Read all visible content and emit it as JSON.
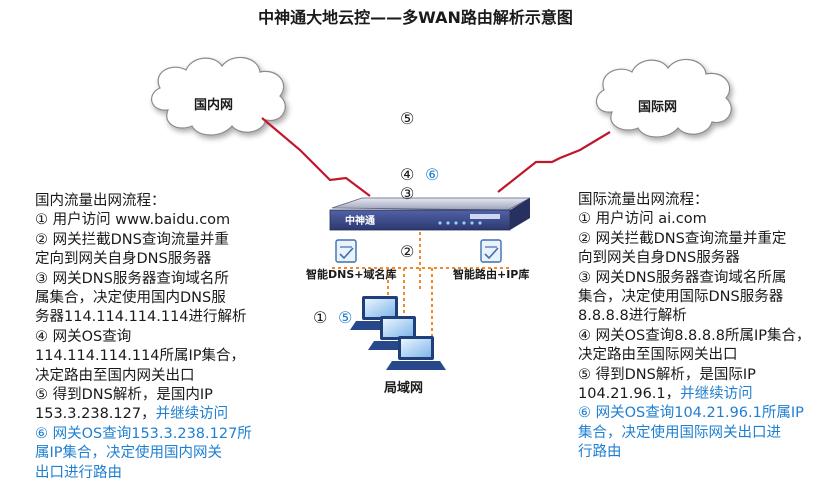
{
  "title": "中神通大地云控——多WAN路由解析示意图",
  "clouds": {
    "domestic": "国内网",
    "international": "国际网"
  },
  "router": {
    "brand": "中神通"
  },
  "libraries": {
    "left": "智能DNS+域名库",
    "right": "智能路由+IP库"
  },
  "lan_label": "局域网",
  "step_markers": {
    "top": "⑤",
    "mid_left": "④",
    "mid_right": "⑥",
    "mid_low": "③",
    "below_router": "②",
    "lan_left": "①",
    "lan_right": "⑤"
  },
  "left_panel": {
    "heading": "国内流量出网流程：",
    "lines": [
      "① 用户访问 www.baidu.com",
      "② 网关拦截DNS查询流量并重",
      "定向到网关自身DNS服务器",
      "③ 网关DNS服务器查询域名所",
      "属集合，决定使用国内DNS服",
      "务器114.114.114.114进行解析",
      "④ 网关OS查询",
      "114.114.114.114所属IP集合，",
      "决定路由至国内网关出口",
      "⑤ 得到DNS解析，是国内IP"
    ],
    "ip_line": "153.3.238.127，",
    "continue": "并继续访问",
    "blue_lines": [
      "⑥ 网关OS查询153.3.238.127所",
      "属IP集合，决定使用国内网关",
      "出口进行路由"
    ]
  },
  "right_panel": {
    "heading": "国际流量出网流程：",
    "lines": [
      "① 用户访问 ai.com",
      "② 网关拦截DNS查询流量并重定",
      "向到网关自身DNS服务器",
      "③ 网关DNS服务器查询域名所属",
      "集合，决定使用国际DNS服务器",
      "8.8.8.8进行解析",
      "④ 网关OS查询8.8.8.8所属IP集合，",
      "决定路由至国际网关出口",
      "⑤ 得到DNS解析，是国际IP"
    ],
    "ip_line": "104.21.96.1，",
    "continue": "并继续访问",
    "blue_lines": [
      "⑥ 网关OS查询104.21.96.1所属IP",
      "集合，决定使用国际网关出口进",
      "行路由"
    ]
  },
  "colors": {
    "link": "#c0172a",
    "lan_link": "#f08a2a",
    "blue_text": "#1f7fd0",
    "router_body": "#3b4a8f"
  }
}
